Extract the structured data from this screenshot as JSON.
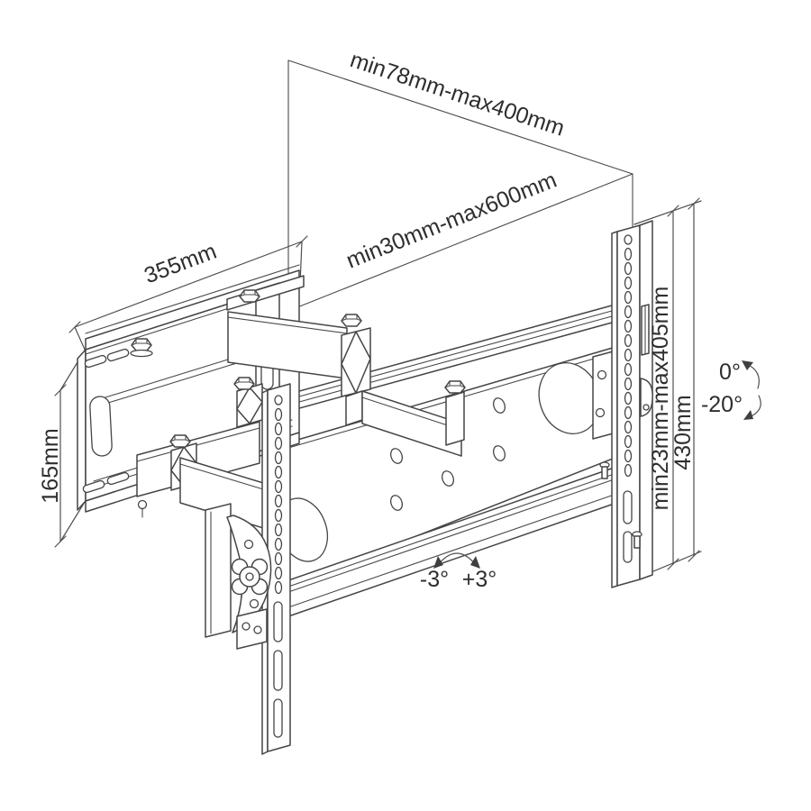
{
  "diagram": {
    "type": "technical-drawing",
    "subject": "full-motion TV wall mount bracket",
    "dimensions": {
      "horizontal_range_top": "min78mm-max400mm",
      "horizontal_range_mid": "min30mm-max600mm",
      "wall_plate_width": "355mm",
      "wall_plate_height": "165mm",
      "bracket_hole_range": "min23mm-max405mm",
      "bracket_height": "430mm"
    },
    "angles": {
      "tilt_up": "0°",
      "tilt_down": "-20°",
      "swivel_left": "-3°",
      "swivel_right": "+3°"
    },
    "line_color": "#454545",
    "background_color": "#ffffff"
  }
}
